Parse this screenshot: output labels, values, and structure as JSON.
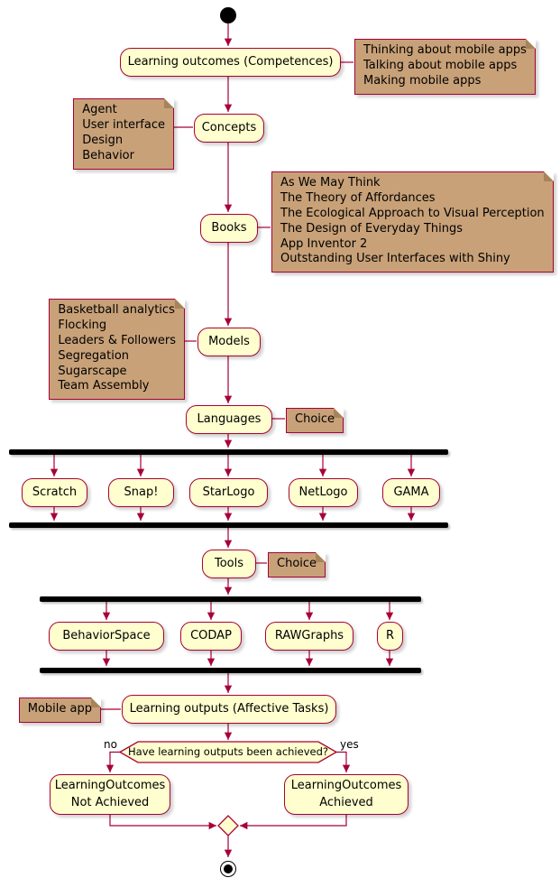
{
  "colors": {
    "edge": "#A80036",
    "activity_bg": "#FEFECE",
    "note_bg": "#C8A178",
    "bar": "#000000"
  },
  "activities": {
    "competences": "Learning outcomes (Competences)",
    "concepts": "Concepts",
    "books": "Books",
    "models": "Models",
    "languages": "Languages",
    "tools": "Tools",
    "outputs": "Learning outputs (Affective Tasks)",
    "not_achieved": "LearningOutcomes\nNot Achieved",
    "achieved": "LearningOutcomes\nAchieved"
  },
  "language_options": [
    "Scratch",
    "Snap!",
    "StarLogo",
    "NetLogo",
    "GAMA"
  ],
  "tool_options": [
    "BehaviorSpace",
    "CODAP",
    "RAWGraphs",
    "R"
  ],
  "notes": {
    "competences": "Thinking about mobile apps\nTalking about mobile apps\nMaking mobile apps",
    "concepts": "Agent\nUser interface\nDesign\nBehavior",
    "books": "As We May Think\nThe Theory of Affordances\nThe Ecological Approach to Visual Perception\nThe Design of Everyday Things\nApp Inventor 2\nOutstanding User Interfaces with Shiny",
    "models": "Basketball analytics\nFlocking\nLeaders & Followers\nSegregation\nSugarscape\nTeam Assembly",
    "languages_choice": "Choice",
    "tools_choice": "Choice",
    "outputs": "Mobile app"
  },
  "decision": {
    "question": "Have learning outputs been achieved?",
    "no_label": "no",
    "yes_label": "yes"
  }
}
